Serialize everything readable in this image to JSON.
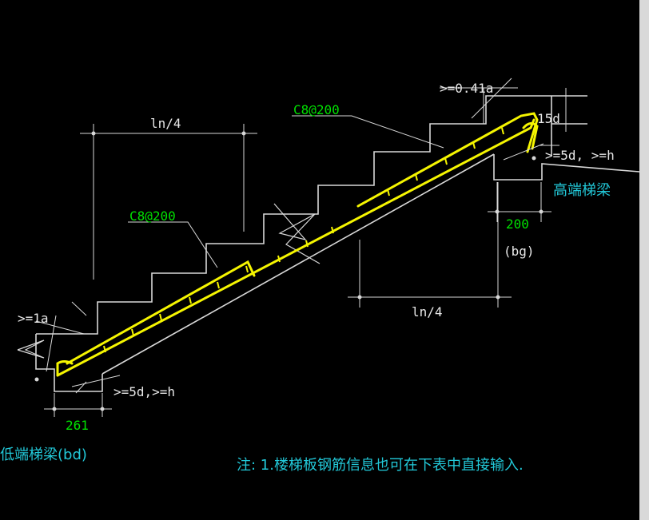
{
  "labels": {
    "ln4_top": "ln/4",
    "ln4_bottom": "ln/4",
    "rebar_top": "C8@200",
    "rebar_mid": "C8@200",
    "anchor_la": ">=1a",
    "anchor_041la": ">=0.41a",
    "hook_15d": "15d",
    "min_5d_right": ">=5d, >=h",
    "min_5d_left": ">=5d,>=h",
    "high_beam": "高端梯梁",
    "low_beam": "低端梯梁(bd)",
    "width_right": "200",
    "bg": "(bg)",
    "width_left": "261",
    "note": "注: 1.楼梯板钢筋信息也可在下表中直接输入."
  },
  "colors": {
    "background": "#000000",
    "outline": "#d8d8d8",
    "rebar": "#f5f500",
    "label_green": "#00e000",
    "label_cyan": "#22c8d8",
    "label_white": "#e8e8e8"
  }
}
